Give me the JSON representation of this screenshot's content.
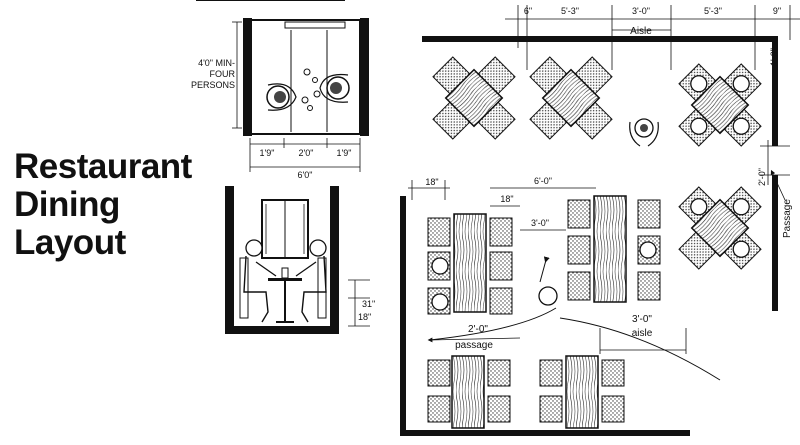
{
  "title": {
    "line1": "Restaurant",
    "line2": "Dining",
    "line3": "Layout"
  },
  "booth_plan": {
    "depth_label_1": "4'0\" MIN-",
    "depth_label_2": "FOUR",
    "depth_label_3": "PERSONS",
    "seg_left": "1'9\"",
    "seg_mid": "2'0\"",
    "seg_right": "1'9\"",
    "total_width": "6'0\""
  },
  "booth_elevation": {
    "table_height": "31\"",
    "seat_height": "18\""
  },
  "top_dims": {
    "d1": "6\"",
    "d2": "5'-3\"",
    "d3": "3'-0\"",
    "d4": "5'-3\"",
    "d5": "9\"",
    "aisle": "Aisle",
    "right_vertical": "2'-0\"",
    "passage_vertical": "Passage",
    "small_vertical": "1'-3\""
  },
  "lower_dims": {
    "d18_left": "18\"",
    "d6ft": "6'-0\"",
    "d18_mid": "18\"",
    "d3ft": "3'-0\"",
    "passage_width": "2'-0\"",
    "passage": "passage",
    "aisle_width": "3'-0\"",
    "aisle": "aisle"
  },
  "colors": {
    "ink": "#111111",
    "paper": "#ffffff",
    "chair": "#dcdcdc"
  }
}
